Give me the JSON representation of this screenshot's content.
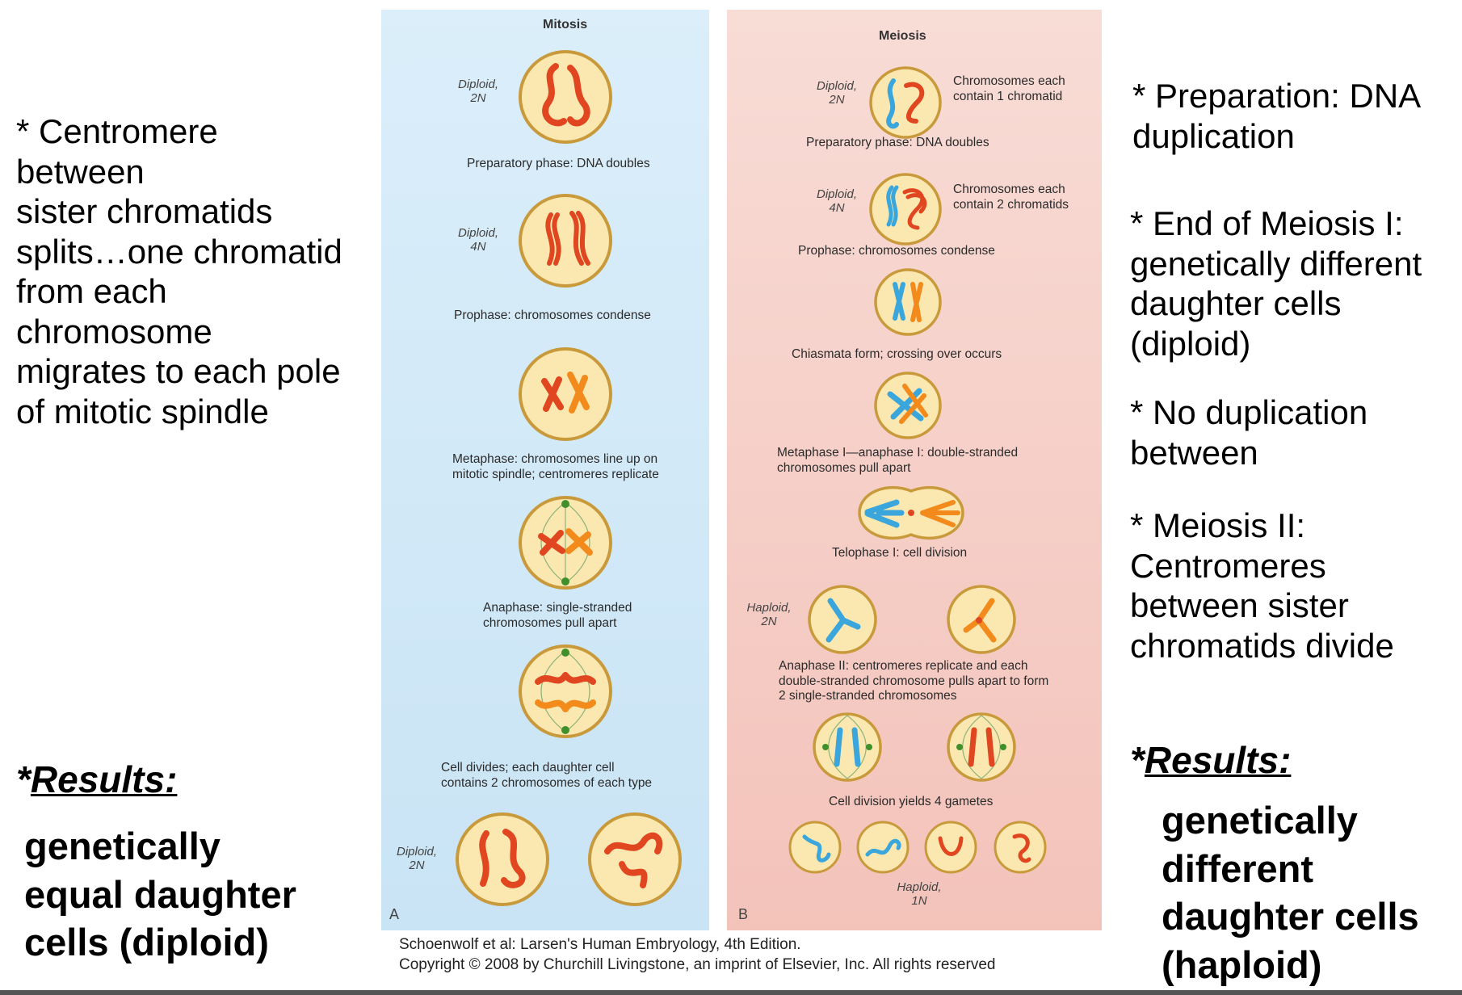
{
  "left_text": {
    "lines": [
      "*  Centromere",
      "between",
      "sister chromatids",
      "splits…one chromatid",
      "from each",
      "chromosome",
      "migrates to each pole",
      "of mitotic spindle"
    ],
    "results_star": "*",
    "results_label": "Results:",
    "results_lines": [
      "genetically",
      "equal daughter",
      "cells (diploid)"
    ]
  },
  "right_text": {
    "block1": [
      "* Preparation: DNA",
      "duplication"
    ],
    "block2": [
      "* End of Meiosis I:",
      "genetically different",
      "daughter cells",
      "(diploid)"
    ],
    "block3": [
      "* No duplication",
      "between"
    ],
    "block4": [
      "* Meiosis II:",
      "Centromeres",
      "between sister",
      "chromatids divide"
    ],
    "results_star": "*",
    "results_label": "Results:",
    "results_lines": [
      "genetically",
      "different",
      "daughter cells",
      "(haploid)"
    ]
  },
  "mitosis": {
    "title": "Mitosis",
    "corner_label": "A",
    "ploidy": [
      [
        "Diploid,",
        "2N"
      ],
      [
        "Diploid,",
        "4N"
      ],
      [
        "Diploid,",
        "2N"
      ]
    ],
    "steps": [
      [
        "Preparatory phase: DNA doubles"
      ],
      [
        "Prophase: chromosomes condense"
      ],
      [
        "Metaphase: chromosomes line up on",
        "mitotic spindle; centromeres replicate"
      ],
      [
        "Anaphase: single-stranded",
        "chromosomes pull apart"
      ],
      [
        "Cell divides; each daughter cell",
        "contains 2 chromosomes of each type"
      ]
    ]
  },
  "meiosis": {
    "title": "Meiosis",
    "corner_label": "B",
    "ploidy": [
      [
        "Diploid,",
        "2N"
      ],
      [
        "Diploid,",
        "4N"
      ],
      [
        "Haploid,",
        "2N"
      ],
      [
        "Haploid,",
        "1N"
      ]
    ],
    "notes": [
      [
        "Chromosomes each",
        "contain 1 chromatid"
      ],
      [
        "Chromosomes each",
        "contain 2 chromatids"
      ]
    ],
    "steps": [
      [
        "Preparatory phase: DNA doubles"
      ],
      [
        "Prophase: chromosomes condense"
      ],
      [
        "Chiasmata form; crossing over occurs"
      ],
      [
        "Metaphase I—anaphase I: double-stranded",
        "chromosomes pull apart"
      ],
      [
        "Telophase I: cell division"
      ],
      [
        "Anaphase II: centromeres replicate and each",
        "double-stranded chromosome pulls apart to form",
        "2 single-stranded chromosomes"
      ],
      [
        "Cell division yields 4 gametes"
      ]
    ]
  },
  "credit": {
    "line1": "Schoenwolf et al: Larsen's Human Embryology, 4th Edition.",
    "line2": "Copyright © 2008 by Churchill Livingstone, an imprint of Elsevier, Inc. All rights reserved"
  },
  "colors": {
    "mitosis_panel": "#d6ebf8",
    "meiosis_panel": "#f6d0c8",
    "cell_fill": "#fbe8b0",
    "cell_border": "#c99a3c",
    "chromosome_red": "#e0461f",
    "chromosome_orange": "#f28a1c",
    "chromosome_blue": "#3aa6dc",
    "centromere_green": "#3f8f2a"
  }
}
